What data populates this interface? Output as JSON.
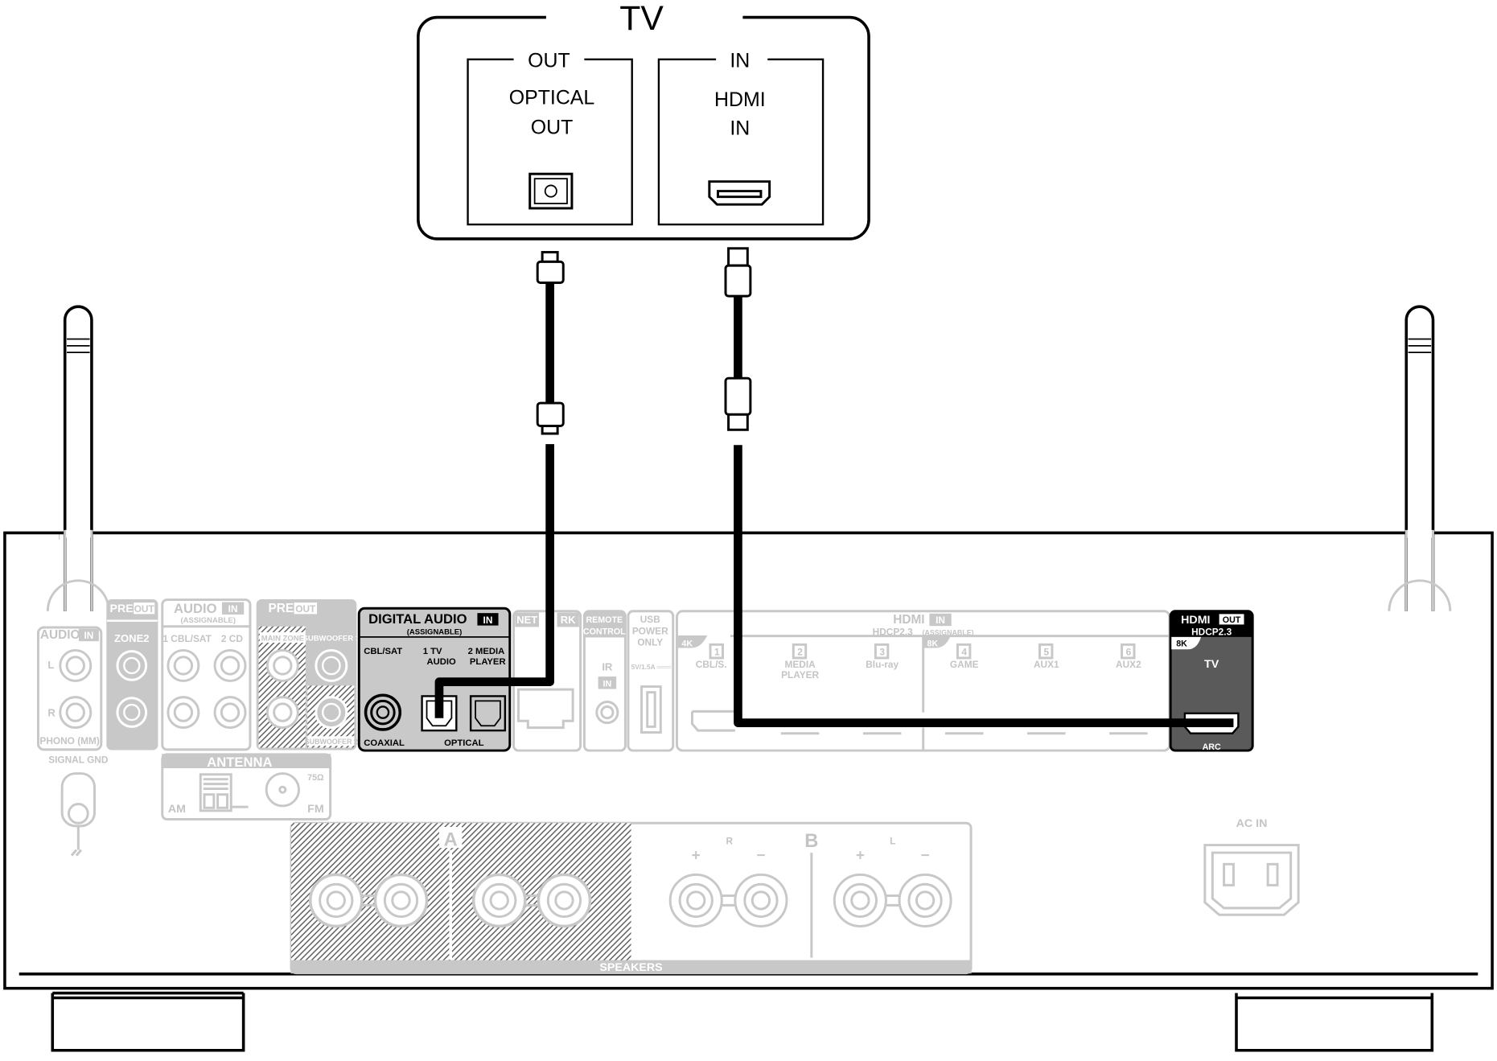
{
  "tv": {
    "title": "TV",
    "out_box": {
      "header": "OUT",
      "line1": "OPTICAL",
      "line2": "OUT"
    },
    "in_box": {
      "header": "IN",
      "line1": "HDMI",
      "line2": "IN"
    }
  },
  "receiver": {
    "audio_in_phono": {
      "title": "AUDIO",
      "badge": "IN",
      "left": "L",
      "right": "R",
      "footer": "PHONO (MM)"
    },
    "signal_gnd": "SIGNAL GND",
    "pre_out_zone2": {
      "title": "PRE",
      "badge": "OUT",
      "label": "ZONE2"
    },
    "audio_in_assignable": {
      "title": "AUDIO",
      "badge": "IN",
      "subtitle": "(ASSIGNABLE)",
      "inputs": [
        "1 CBL/SAT",
        "2  CD"
      ]
    },
    "pre_out_main": {
      "title": "PRE",
      "badge": "OUT",
      "main_zone": "MAIN ZONE",
      "sub1": "SUBWOOFER 1",
      "sub2": "SUBWOOFER 2"
    },
    "antenna": {
      "title": "ANTENNA",
      "am": "AM",
      "fm": "FM",
      "ohm": "75Ω"
    },
    "digital_audio": {
      "title": "DIGITAL AUDIO",
      "badge": "IN",
      "subtitle": "(ASSIGNABLE)",
      "cbl_sat": "CBL/SAT",
      "tv_audio_1": "1  TV",
      "tv_audio_2": "AUDIO",
      "media_1": "2  MEDIA",
      "media_2": "PLAYER",
      "coaxial": "COAXIAL",
      "optical": "OPTICAL"
    },
    "network": {
      "left": "NET",
      "right": "RK"
    },
    "remote": {
      "line1": "REMOTE",
      "line2": "CONTROL",
      "ir": "IR",
      "badge": "IN"
    },
    "usb": {
      "line1": "USB",
      "line2": "POWER",
      "line3": "ONLY",
      "rating": "5V/1.5A ═══"
    },
    "hdmi_in": {
      "title": "HDMI",
      "badge": "IN",
      "subtitle": "HDCP2.3",
      "subtitle_small": "(ASSIGNABLE)",
      "tag_4k": "4K",
      "tag_8k": "8K",
      "inputs": [
        {
          "num": "1",
          "label": "CBL/S."
        },
        {
          "num": "2",
          "label": "MEDIA",
          "label2": "PLAYER"
        },
        {
          "num": "3",
          "label": "Blu-ray"
        },
        {
          "num": "4",
          "label": "GAME"
        },
        {
          "num": "5",
          "label": "AUX1"
        },
        {
          "num": "6",
          "label": "AUX2"
        }
      ]
    },
    "hdmi_out": {
      "title": "HDMI",
      "badge": "OUT",
      "subtitle": "HDCP2.3",
      "tag": "8K",
      "label": "TV",
      "arc": "ARC"
    },
    "speakers": {
      "label": "SPEAKERS",
      "zone_a": "A",
      "zone_b": "B",
      "r": "R",
      "l": "L",
      "plus": "+",
      "minus": "−"
    },
    "ac_in": "AC IN"
  }
}
